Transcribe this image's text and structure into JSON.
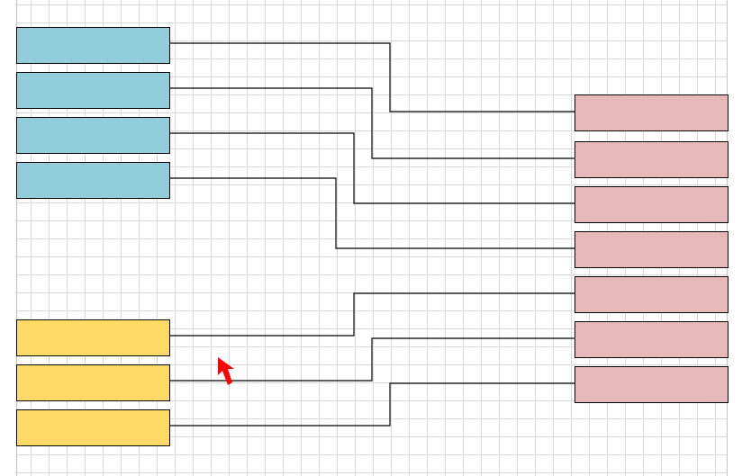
{
  "diagram": {
    "colors": {
      "source_blue": "#92cddc",
      "source_yellow": "#ffd966",
      "target_pink": "#e6b8b7",
      "stroke": "#000000",
      "grid": "#d8d8d8",
      "cursor": "#ff0000"
    },
    "sources": [
      {
        "id": "b1",
        "group": "blue",
        "label": ""
      },
      {
        "id": "b2",
        "group": "blue",
        "label": ""
      },
      {
        "id": "b3",
        "group": "blue",
        "label": ""
      },
      {
        "id": "b4",
        "group": "blue",
        "label": ""
      },
      {
        "id": "y1",
        "group": "yellow",
        "label": ""
      },
      {
        "id": "y2",
        "group": "yellow",
        "label": ""
      },
      {
        "id": "y3",
        "group": "yellow",
        "label": ""
      }
    ],
    "targets": [
      {
        "id": "p1",
        "label": ""
      },
      {
        "id": "p2",
        "label": ""
      },
      {
        "id": "p3",
        "label": ""
      },
      {
        "id": "p4",
        "label": ""
      },
      {
        "id": "p5",
        "label": ""
      },
      {
        "id": "p6",
        "label": ""
      },
      {
        "id": "p7",
        "label": ""
      }
    ],
    "connections": [
      {
        "from": "b1",
        "to": "p1"
      },
      {
        "from": "b2",
        "to": "p2"
      },
      {
        "from": "b3",
        "to": "p3"
      },
      {
        "from": "b4",
        "to": "p4"
      },
      {
        "from": "y1",
        "to": "p5"
      },
      {
        "from": "y2",
        "to": "p6"
      },
      {
        "from": "y3",
        "to": "p7"
      }
    ]
  }
}
